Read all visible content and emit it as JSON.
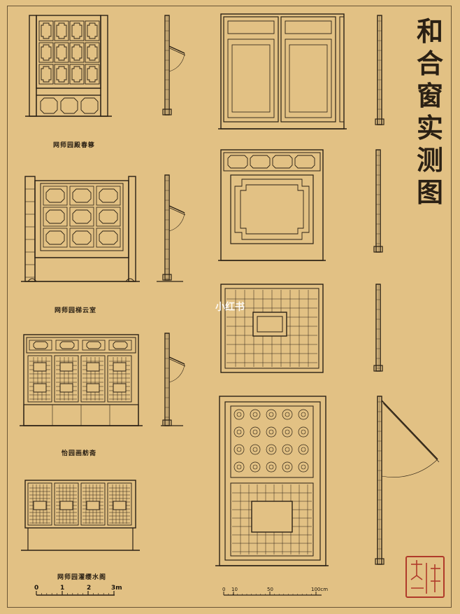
{
  "title_chars": [
    "和",
    "合",
    "窗",
    "实",
    "测",
    "图"
  ],
  "captions": {
    "c1": "网师园殿春簃",
    "c2": "网师园梯云室",
    "c3": "怡园画舫斋",
    "c4": "网师园濯缨水阁"
  },
  "watermark": "小红书",
  "scale_left": {
    "labels": [
      "0",
      "1",
      "2",
      "3m"
    ]
  },
  "scale_right": {
    "labels": [
      "0",
      "10",
      "50",
      "100cm"
    ]
  },
  "colors": {
    "paper": "#e2c184",
    "ink": "#2a2014",
    "seal": "#b03a2a"
  }
}
